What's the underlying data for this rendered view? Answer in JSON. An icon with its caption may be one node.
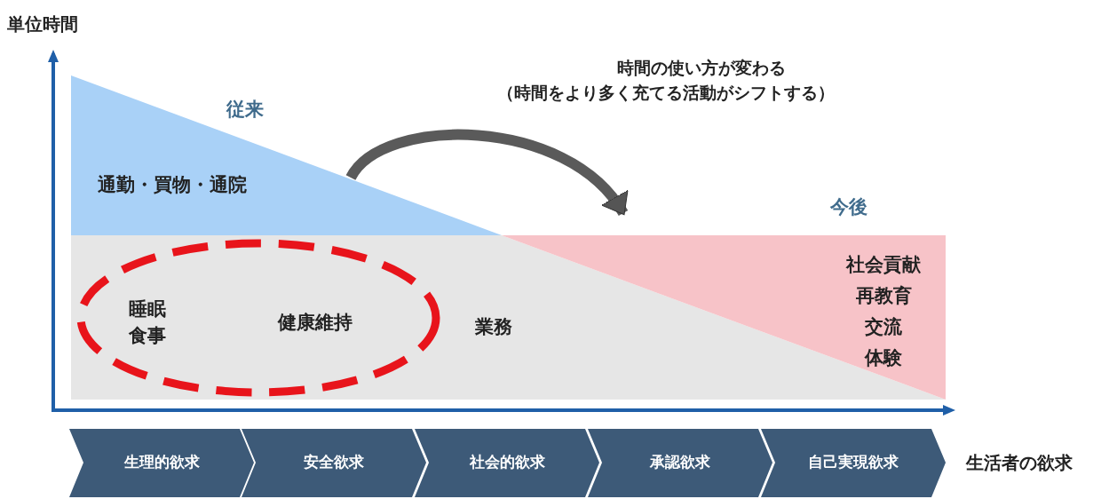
{
  "diagram": {
    "nodes": [
      {
        "text": [
          "通勤・買物・通院"
        ],
        "beside": [
          "従来"
        ]
      },
      {
        "text": [
          "業務"
        ]
      },
      {
        "text": [
          "睡眠",
          "食事",
          "健康維持"
        ],
        "in": 1
      },
      {
        "text": [
          "社会貢献",
          "再教育",
          "交流",
          "体験"
        ],
        "beside": [
          "今後"
        ]
      },
      {
        "text": [
          "生理的欲求"
        ]
      },
      {
        "text": [
          "安全欲求"
        ]
      },
      {
        "text": [
          "社会的欲求"
        ]
      },
      {
        "text": [
          "承認欲求"
        ]
      },
      {
        "text": [
          "自己実現欲求"
        ]
      }
    ],
    "edges": [
      {
        "from": 0,
        "to": 3,
        "arrow": "to"
      }
    ],
    "labels": [
      "単位時間",
      "時間の使い方が変わる",
      "（時間をより多く充てる活動がシフトする）",
      "生活者の欲求"
    ]
  }
}
